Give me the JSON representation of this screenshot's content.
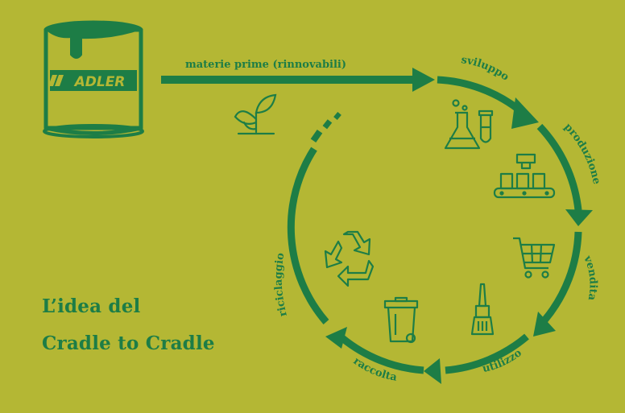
{
  "brand": {
    "name": "ADLER"
  },
  "title": {
    "line1": "L’idea del",
    "line2": "Cradle to Cradle"
  },
  "input_label": "materie prime (rinnovabili)",
  "cycle": {
    "stages": [
      "sviluppo",
      "produzione",
      "vendita",
      "utilizzo",
      "raccolta",
      "riciclaggio"
    ]
  },
  "icons": [
    "paint-can-icon",
    "plant-sprout-icon",
    "lab-flask-icon",
    "production-line-icon",
    "shopping-cart-icon",
    "paint-brush-icon",
    "waste-bin-icon",
    "recycle-icon"
  ],
  "colors": {
    "background": "#b4b734",
    "primary": "#1d7d46"
  }
}
